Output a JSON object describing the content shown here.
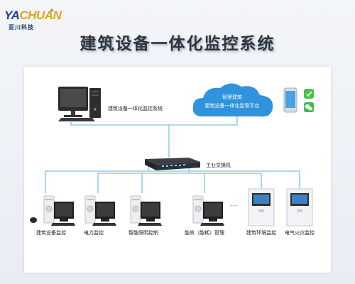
{
  "logo": {
    "word_main": "YA",
    "word_accent": "CHUAN",
    "registered": "®",
    "chinese": "亚川科技"
  },
  "title": "建筑设备一体化监控系统",
  "diagram": {
    "workstation_label": "建筑设备一体化监控系统",
    "cloud_line1": "智慧建筑",
    "cloud_line2": "建筑设备一体化监管平台",
    "switch_label": "工业交换机",
    "ellipsis": "…",
    "devices": [
      {
        "label": "建筑设备监控"
      },
      {
        "label": "电力监控"
      },
      {
        "label": "智能照明控制"
      },
      {
        "label": "能效（能耗）管理"
      },
      {
        "label": "建筑环境监控"
      },
      {
        "label": "电气火灾监控"
      }
    ]
  },
  "colors": {
    "line": "#8fd0e6",
    "cloud": "#2f93dd",
    "brand_blue": "#1f3f9a",
    "brand_gold": "#e2a21a"
  }
}
